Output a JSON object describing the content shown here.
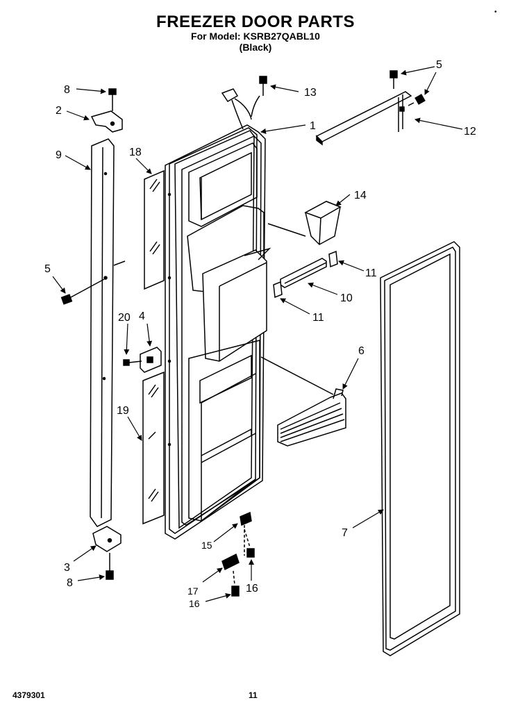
{
  "header": {
    "title": "FREEZER DOOR PARTS",
    "model_line": "For Model: KSRB27QABL10",
    "color_line": "(Black)",
    "corner_mark": "•"
  },
  "footer": {
    "doc_number": "4379301",
    "page_number": "11"
  },
  "callouts": {
    "c1": "1",
    "c2": "2",
    "c3": "3",
    "c4": "4",
    "c5a": "5",
    "c5b": "5",
    "c6": "6",
    "c7": "7",
    "c8a": "8",
    "c8b": "8",
    "c9": "9",
    "c10": "10",
    "c11a": "11",
    "c11b": "11",
    "c12": "12",
    "c13": "13",
    "c14": "14",
    "c15": "15",
    "c16a": "16",
    "c16b": "16",
    "c17": "17",
    "c18": "18",
    "c19": "19",
    "c20": "20"
  }
}
